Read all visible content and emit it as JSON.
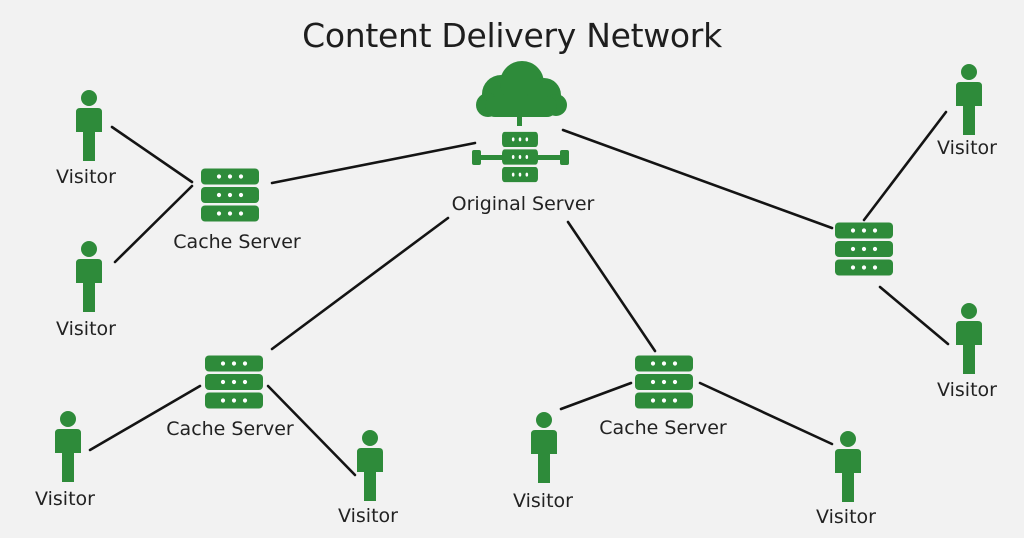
{
  "title": "Content Delivery Network",
  "colors": {
    "icon": "#2e8b3a",
    "line": "#141414",
    "background": "#f2f2f2"
  },
  "labels": {
    "original_server": "Original Server",
    "cache_server": "Cache Server",
    "visitor": "Visitor"
  },
  "icons": {
    "origin": "cloud-server-icon",
    "cache": "server-rack-icon",
    "visitor": "person-icon"
  },
  "nodes": [
    {
      "id": "origin",
      "kind": "origin",
      "label": "Original Server"
    },
    {
      "id": "cache-left",
      "kind": "cache",
      "label": "Cache Server"
    },
    {
      "id": "cache-bottom-left",
      "kind": "cache",
      "label": "Cache Server"
    },
    {
      "id": "cache-bottom-right",
      "kind": "cache",
      "label": "Cache Server"
    },
    {
      "id": "cache-right",
      "kind": "cache",
      "label": ""
    },
    {
      "id": "visitor-1",
      "kind": "visitor",
      "label": "Visitor"
    },
    {
      "id": "visitor-2",
      "kind": "visitor",
      "label": "Visitor"
    },
    {
      "id": "visitor-3",
      "kind": "visitor",
      "label": "Visitor"
    },
    {
      "id": "visitor-4",
      "kind": "visitor",
      "label": "Visitor"
    },
    {
      "id": "visitor-5",
      "kind": "visitor",
      "label": "Visitor"
    },
    {
      "id": "visitor-6",
      "kind": "visitor",
      "label": "Visitor"
    },
    {
      "id": "visitor-7",
      "kind": "visitor",
      "label": "Visitor"
    },
    {
      "id": "visitor-8",
      "kind": "visitor",
      "label": "Visitor"
    }
  ],
  "edges": [
    [
      "origin",
      "cache-left"
    ],
    [
      "origin",
      "cache-bottom-left"
    ],
    [
      "origin",
      "cache-bottom-right"
    ],
    [
      "origin",
      "cache-right"
    ],
    [
      "cache-left",
      "visitor-1"
    ],
    [
      "cache-left",
      "visitor-2"
    ],
    [
      "cache-bottom-left",
      "visitor-3"
    ],
    [
      "cache-bottom-left",
      "visitor-4"
    ],
    [
      "cache-bottom-right",
      "visitor-5"
    ],
    [
      "cache-bottom-right",
      "visitor-6"
    ],
    [
      "cache-right",
      "visitor-7"
    ],
    [
      "cache-right",
      "visitor-8"
    ]
  ]
}
